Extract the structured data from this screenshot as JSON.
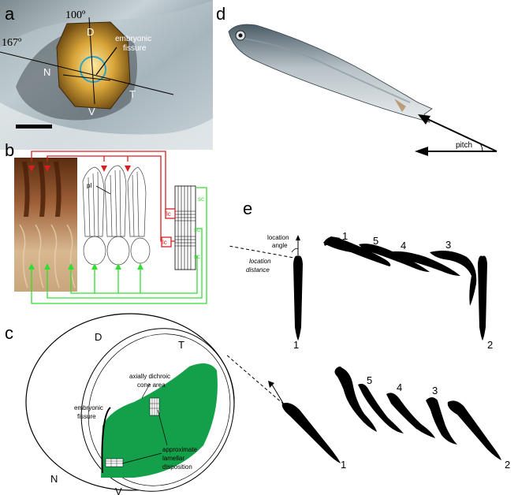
{
  "panels": {
    "a": {
      "letter": "a",
      "angle_top": "100º",
      "angle_left": "167º",
      "label_d": "D",
      "label_n": "N",
      "label_t": "T",
      "label_v": "V",
      "fissure_label_1": "embryonic",
      "fissure_label_2": "fissure"
    },
    "b": {
      "letter": "b",
      "label_pl": "pl",
      "lc_labels": [
        "lc",
        "lc"
      ],
      "sc_labels": [
        "sc",
        "sc",
        "sc"
      ]
    },
    "c": {
      "letter": "c",
      "label_d": "D",
      "label_t": "T",
      "label_n": "N",
      "label_v": "V",
      "cone_area_1": "axially dichroic",
      "cone_area_2": "cone area",
      "fissure_1": "embryonic",
      "fissure_2": "fissure",
      "lamellar_1": "approximate",
      "lamellar_2": "lamellar",
      "lamellar_3": "disposition"
    },
    "d": {
      "letter": "d",
      "pitch_label": "pitch"
    },
    "e": {
      "letter": "e",
      "location_angle_1": "location",
      "location_angle_2": "angle",
      "location_distance_1": "location",
      "location_distance_2": "distance",
      "top_sequence": [
        "1",
        "2",
        "3",
        "4",
        "5",
        "1"
      ],
      "bottom_sequence": [
        "1",
        "2",
        "3",
        "4",
        "5",
        "1"
      ]
    }
  },
  "colors": {
    "red_path": "#d62020",
    "green_path": "#33dd33",
    "retina_green": "#14a04a",
    "fish_black": "#000000"
  }
}
